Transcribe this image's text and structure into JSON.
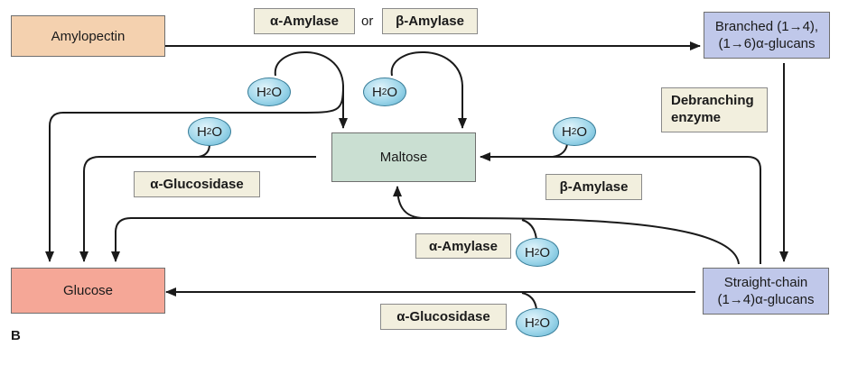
{
  "nodes": {
    "amylopectin": "Amylopectin",
    "branched_line1": "Branched (1→4),",
    "branched_line2": "(1→6)α-glucans",
    "maltose": "Maltose",
    "glucose": "Glucose",
    "straight_line1": "Straight-chain",
    "straight_line2": "(1→4)α-glucans"
  },
  "enzymes": {
    "alpha_amylase": "α-Amylase",
    "or": "or",
    "beta_amylase": "β-Amylase",
    "debranching_line1": "Debranching",
    "debranching_line2": "enzyme",
    "alpha_glucosidase": "α-Glucosidase"
  },
  "water": {
    "h": "H",
    "sub": "2",
    "o": "O"
  },
  "panel_letter": "B",
  "colors": {
    "amylopectin": "#f4d1af",
    "glucan_boxes": "#c0c8ea",
    "maltose": "#cadfd2",
    "glucose": "#f5a797",
    "enzyme_label": "#f2efde",
    "water": "#9ed6ea"
  }
}
